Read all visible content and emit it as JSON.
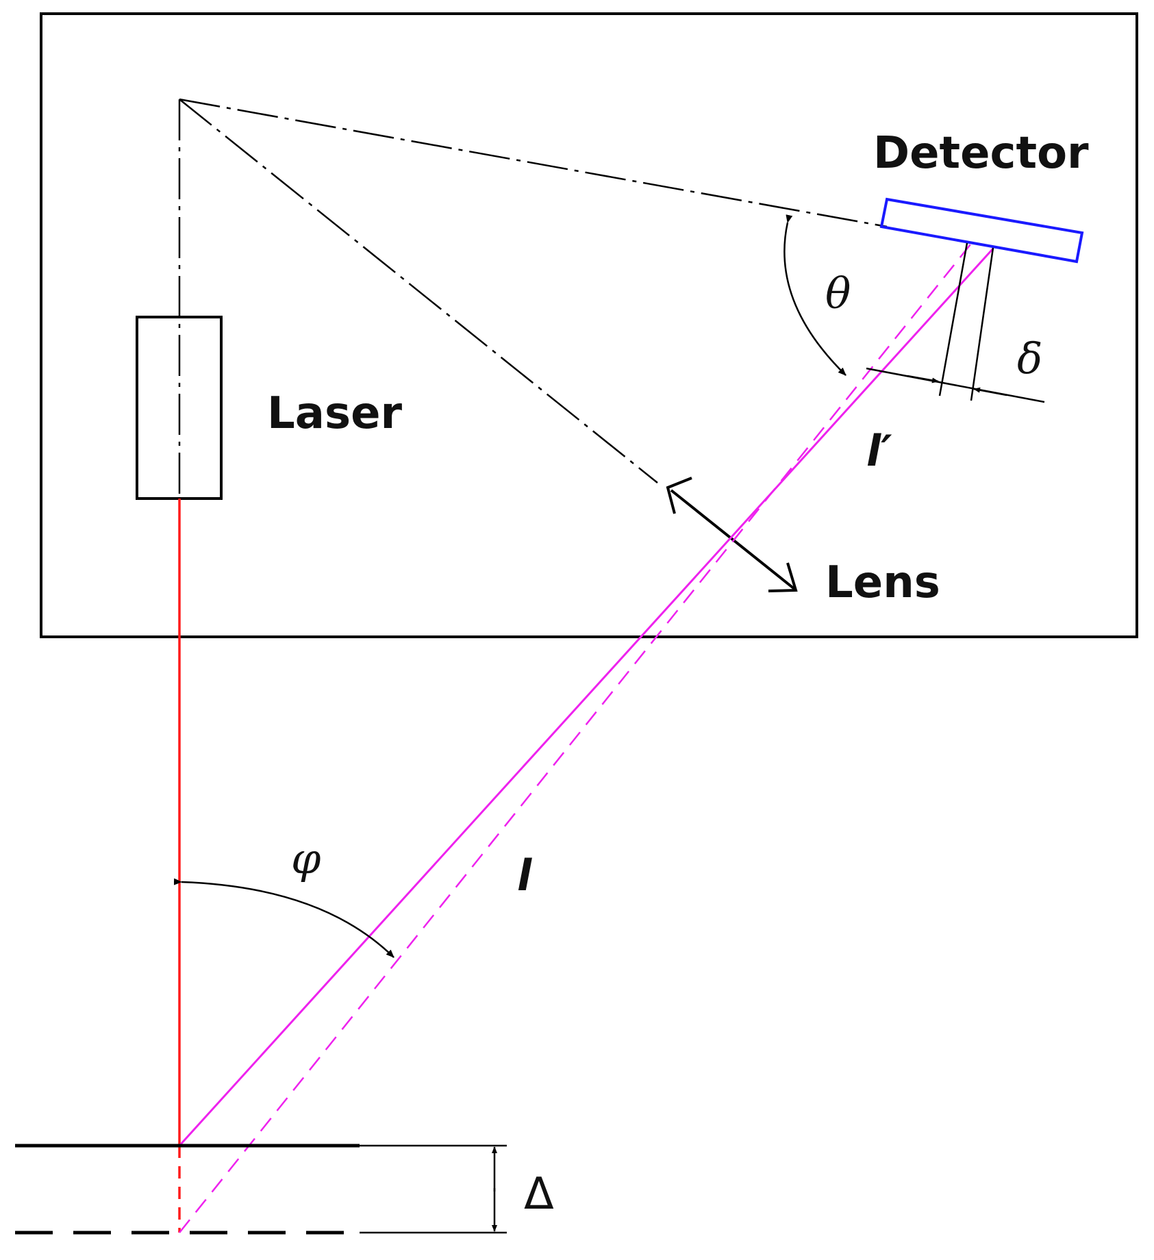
{
  "labels": {
    "detector": "Detector",
    "laser": "Laser",
    "lens": "Lens",
    "theta": "θ",
    "delta_small": "δ",
    "l_prime": "l′",
    "l": "l",
    "phi": "φ",
    "delta_cap": "Δ"
  },
  "colors": {
    "frame": "#000000",
    "laser_beam": "#ff1a1a",
    "reflected_beam": "#ee22ee",
    "detector": "#1a1aff",
    "construction": "#000000"
  }
}
